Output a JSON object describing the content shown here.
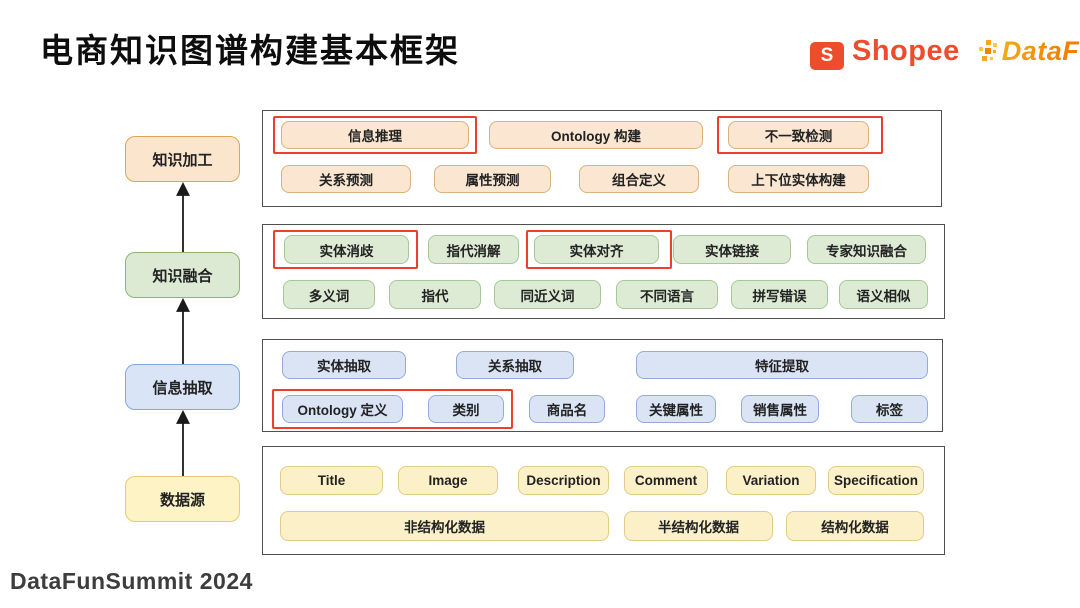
{
  "title": "电商知识图谱构建基本框架",
  "footer": "DataFunSummit 2024",
  "logos": {
    "shopee": "Shopee",
    "shopee_initial": "S",
    "shopee_color": "#ee4d2d",
    "datafun": "DataFun.",
    "datafun_gradient": [
      "#f6a81c",
      "#ee6f12"
    ]
  },
  "flow_direction": "bottom-up",
  "stages": [
    {
      "label": "知识加工",
      "color": "#fce5cd"
    },
    {
      "label": "知识融合",
      "color": "#dcead4"
    },
    {
      "label": "信息抽取",
      "color": "#d9e4f7"
    },
    {
      "label": "数据源",
      "color": "#fdf3c5"
    }
  ],
  "panels": {
    "processing": {
      "row1": [
        "信息推理",
        "Ontology 构建",
        "不一致检测"
      ],
      "row2": [
        "关系预测",
        "属性预测",
        "组合定义",
        "上下位实体构建"
      ]
    },
    "fusion": {
      "row1": [
        "实体消歧",
        "指代消解",
        "实体对齐",
        "实体链接",
        "专家知识融合"
      ],
      "row2": [
        "多义词",
        "指代",
        "同近义词",
        "不同语言",
        "拼写错误",
        "语义相似"
      ]
    },
    "extraction": {
      "row1": [
        "实体抽取",
        "关系抽取",
        "特征提取"
      ],
      "row2": [
        "Ontology 定义",
        "类别",
        "商品名",
        "关键属性",
        "销售属性",
        "标签"
      ]
    },
    "source": {
      "row1": [
        "Title",
        "Image",
        "Description",
        "Comment",
        "Variation",
        "Specification"
      ],
      "row2": [
        "非结构化数据",
        "半结构化数据",
        "结构化数据"
      ]
    }
  },
  "highlighted": [
    "信息推理",
    "不一致检测",
    "实体消歧",
    "实体对齐",
    "Ontology 定义 + 类别"
  ],
  "highlight_color": "#ee3e2c"
}
